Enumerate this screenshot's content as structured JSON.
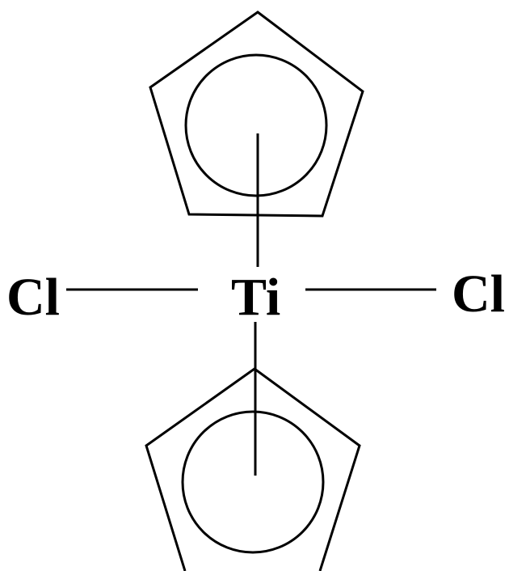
{
  "molecule": {
    "center_atom": "Ti",
    "left_ligand": "Cl",
    "right_ligand": "Cl"
  },
  "colors": {
    "ink": "#000000",
    "background": "#ffffff"
  }
}
